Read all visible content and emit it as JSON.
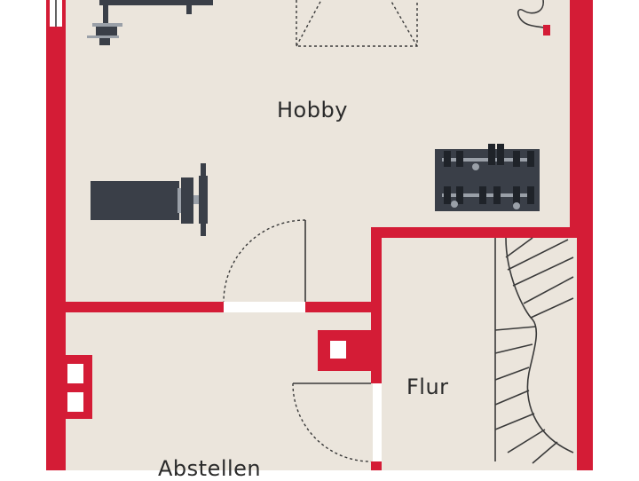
{
  "plan": {
    "colors": {
      "background": "#ffffff",
      "floor": "#ebe5dc",
      "wall": "#d41c36",
      "window": "#ffffff",
      "furniture": "#3a3f48",
      "furniture_light": "#9aa0a8",
      "line": "#3a3a3a"
    },
    "rooms": [
      {
        "id": "hobby",
        "label": "Hobby"
      },
      {
        "id": "flur",
        "label": "Flur"
      },
      {
        "id": "abstellen",
        "label": "Abstellen"
      }
    ],
    "furniture": [
      {
        "type": "weight-bench",
        "room": "hobby"
      },
      {
        "type": "barbell-rack",
        "room": "hobby"
      },
      {
        "type": "dumbbell-rack",
        "room": "hobby"
      },
      {
        "type": "cable-handle",
        "room": "hobby"
      },
      {
        "type": "skylight-window",
        "room": "hobby"
      },
      {
        "type": "staircase",
        "room": "flur"
      }
    ]
  }
}
